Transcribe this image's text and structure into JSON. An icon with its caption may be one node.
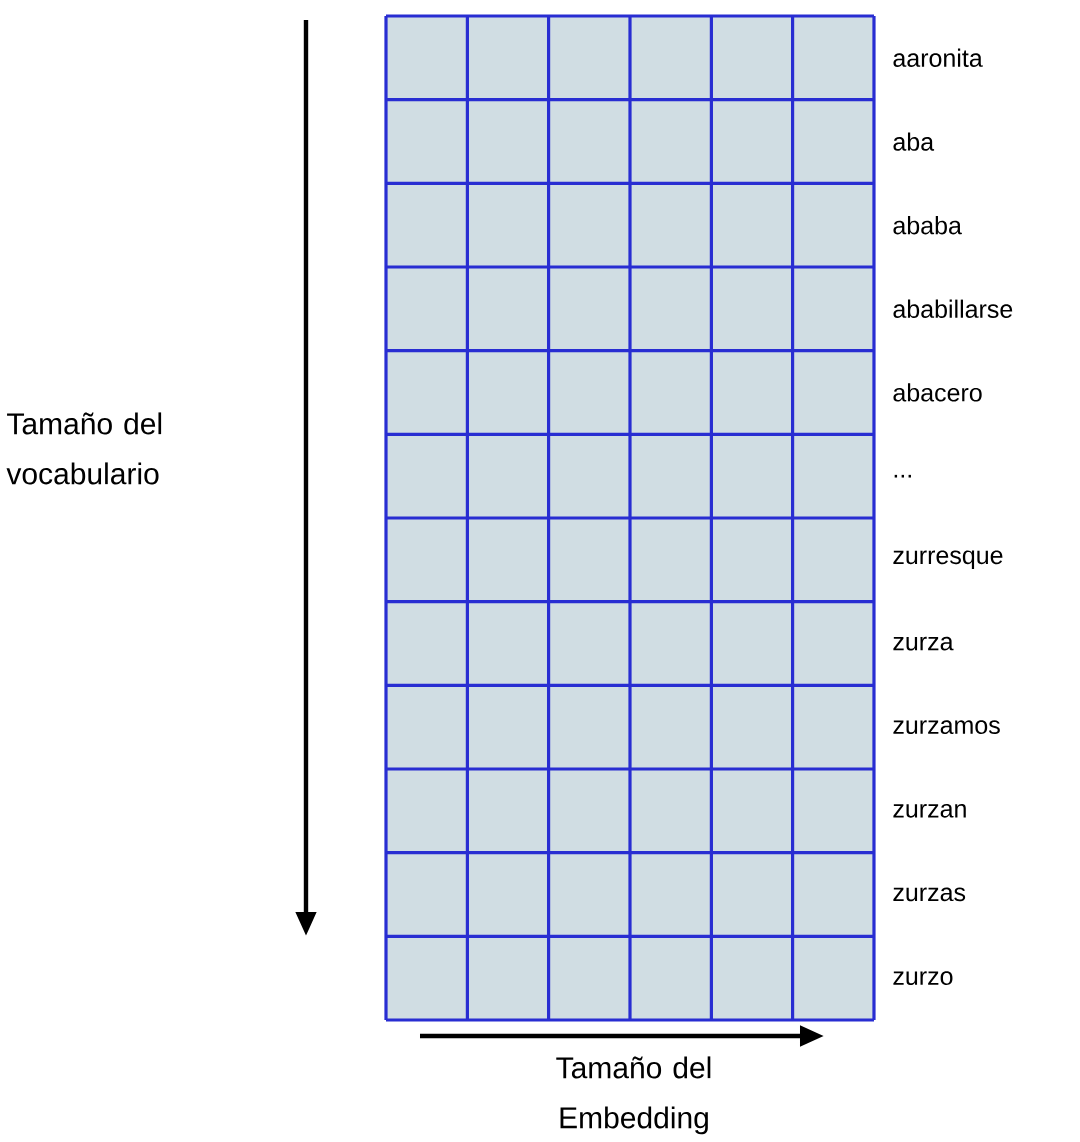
{
  "diagram": {
    "labels": [
      "aaronita",
      "aba",
      "ababa",
      "ababillarse",
      "abacero",
      "...",
      "zurresque",
      "zurza",
      "zurzamos",
      "zurzan",
      "zurzas",
      "zurzo",
      "Tamaño del vocabulario",
      "Tamaño del Embedding"
    ]
  }
}
